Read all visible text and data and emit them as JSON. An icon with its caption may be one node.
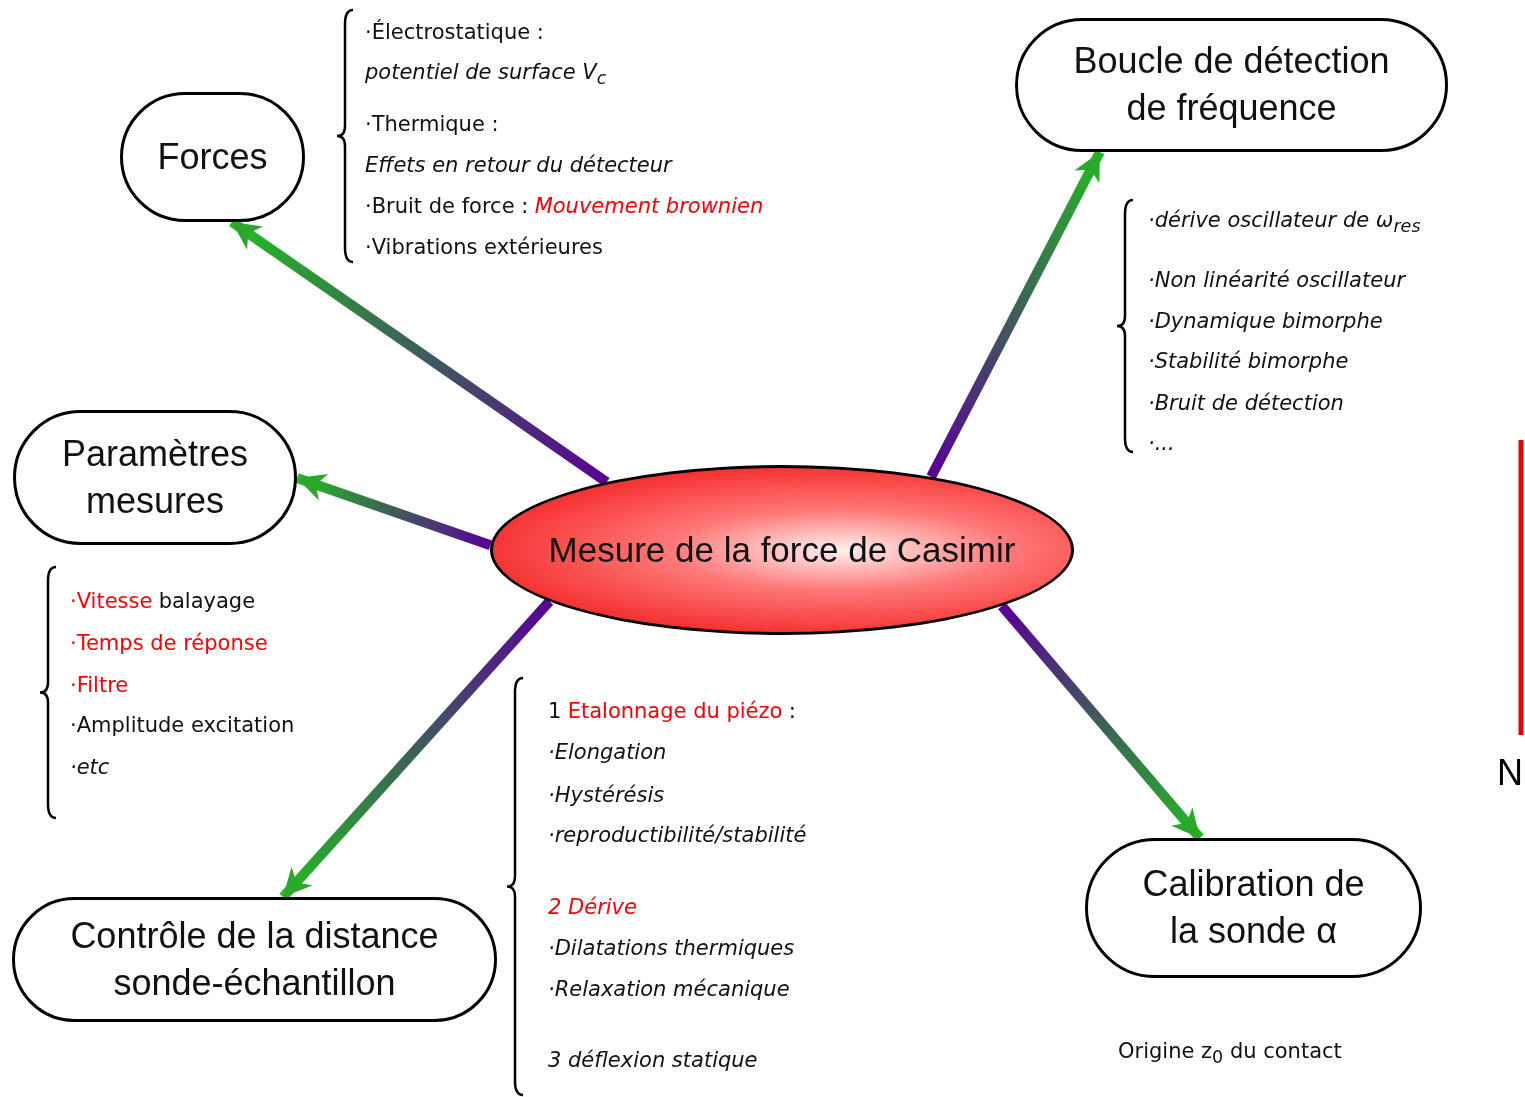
{
  "diagram": {
    "nodes": [
      {
        "text": [
          "Mesure de la force de Casimir"
        ]
      },
      {
        "text": [
          "Forces"
        ],
        "beside": [
          "·Électrostatique :",
          "potentiel de surface V$_{c}$",
          "·Thermique :",
          "Effets en retour du détecteur",
          "·Bruit de force :",
          "Mouvement brownien",
          "·Vibrations extérieures"
        ]
      },
      {
        "text": [
          "Boucle de détection de fréquence"
        ],
        "beside": [
          "·dérive oscillateur de ω$_{res}$",
          "·Non linéarité oscillateur",
          "·Dynamique bimorphe",
          "·Stabilité bimorphe",
          "·Bruit de détection",
          "·..."
        ]
      },
      {
        "text": [
          "Paramètres mesures"
        ],
        "beside": [
          "·Vitesse",
          "balayage",
          "·Temps de réponse",
          "·Filtre",
          "·Amplitude excitation",
          "·etc"
        ]
      },
      {
        "text": [
          "Contrôle de la distance sonde-échantillon"
        ],
        "beside": [
          "1",
          "Etalonnage du piézo",
          ":",
          "·Elongation",
          "·Hystérésis",
          "·reproductibilité/stabilité",
          "2 Dérive",
          "·Dilatations thermiques",
          "·Relaxation mécanique",
          "3 déflexion statique"
        ]
      },
      {
        "text": [
          "Calibration de la sonde α"
        ],
        "beside": [
          "Origine z$_{0}$ du contact"
        ]
      }
    ],
    "edges": [
      {
        "from": 0,
        "to": 1,
        "arrow": "to"
      },
      {
        "from": 0,
        "to": 2,
        "arrow": "to"
      },
      {
        "from": 0,
        "to": 3,
        "arrow": "to"
      },
      {
        "from": 0,
        "to": 4,
        "arrow": "to"
      },
      {
        "from": 0,
        "to": 5,
        "arrow": "to"
      }
    ],
    "labels": [
      "N"
    ]
  }
}
